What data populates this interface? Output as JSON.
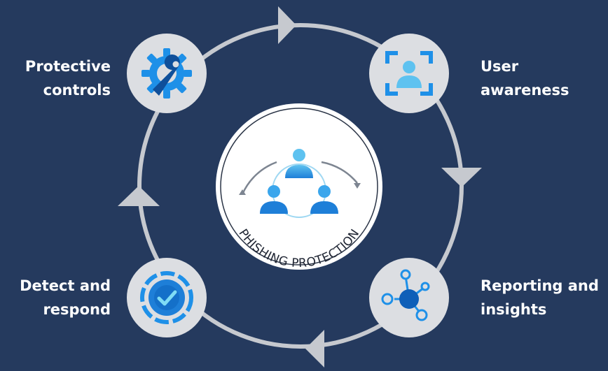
{
  "center": {
    "badge_text": "PHISHING PROTECTION",
    "icon": "people-cycle-icon"
  },
  "stages": [
    {
      "label": "Protective\ncontrols",
      "icon": "gear-wrench-icon"
    },
    {
      "label": "User\nawareness",
      "icon": "user-focus-icon"
    },
    {
      "label": "Reporting and\ninsights",
      "icon": "network-hub-icon"
    },
    {
      "label": "Detect and\nrespond",
      "icon": "shield-check-icon"
    }
  ],
  "colors": {
    "background": "#253a5e",
    "ring": "#c6c9cf",
    "node_fill": "#dcdee2",
    "icon_blue": "#1e90e8",
    "icon_dark_blue": "#0f5fb8",
    "icon_light_blue": "#5ec2f0",
    "text": "#ffffff"
  }
}
